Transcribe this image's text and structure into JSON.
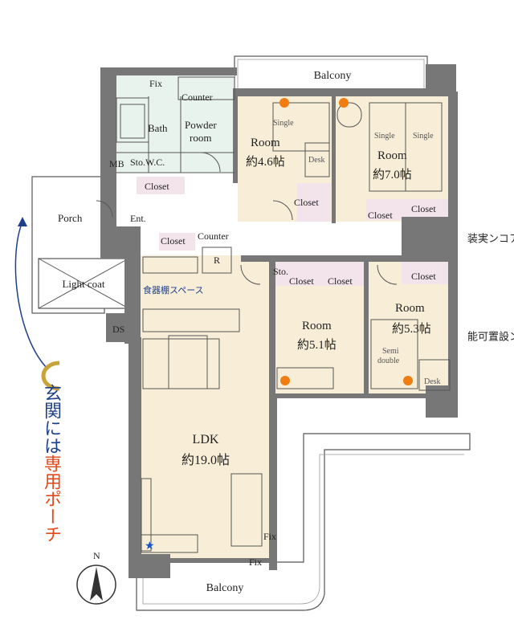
{
  "plan": {
    "balcony_top": "Balcony",
    "balcony_bottom": "Balcony",
    "fix_top": "Fix",
    "counter_top": "Counter",
    "bath": "Bath",
    "powder_line1": "Powder",
    "powder_line2": "room",
    "mb": "MB",
    "sto_wc": "Sto.W.C.",
    "closet_ent": "Closet",
    "porch": "Porch",
    "ent": "Ent.",
    "light_coat": "Light coat",
    "ds": "DS",
    "closet_kitchen": "Closet",
    "counter_kitchen": "Counter",
    "r_mark": "R",
    "dish_shelf": "食器棚スペース",
    "room46_name": "Room",
    "room46_size": "約4.6帖",
    "room46_single": "Single",
    "room46_desk": "Desk",
    "room46_closet": "Closet",
    "room70_name": "Room",
    "room70_size": "約7.0帖",
    "room70_single1": "Single",
    "room70_single2": "Single",
    "room70_closet1": "Closet",
    "room70_closet2": "Closet",
    "room51_name": "Room",
    "room51_size": "約5.1帖",
    "room51_sto": "Sto.",
    "room51_closet1": "Closet",
    "room51_closet2": "Closet",
    "room53_name": "Room",
    "room53_size": "約5.3帖",
    "room53_closet": "Closet",
    "room53_semi1": "Semi",
    "room53_semi2": "double",
    "room53_desk": "Desk",
    "ldk_name": "LDK",
    "ldk_size": "約19.0帖",
    "fix_ldk1": "Fix",
    "fix_ldk2": "Fix",
    "north": "N"
  },
  "legend": {
    "star_symbol": "★",
    "star_text": "＝エアコン実装",
    "dot_symbol": "●",
    "dot_text": "＝エアコン設置可能"
  },
  "porch_note": {
    "part1": "玄関には",
    "part2": "専用ポーチ"
  },
  "colors": {
    "wall": "#777777",
    "room_fill": "#f8eed8",
    "wet_fill": "#e9f3ee",
    "closet_fill": "#f3e3ea",
    "ac_dot": "#f07d12",
    "ac_star": "#1a55c8"
  }
}
